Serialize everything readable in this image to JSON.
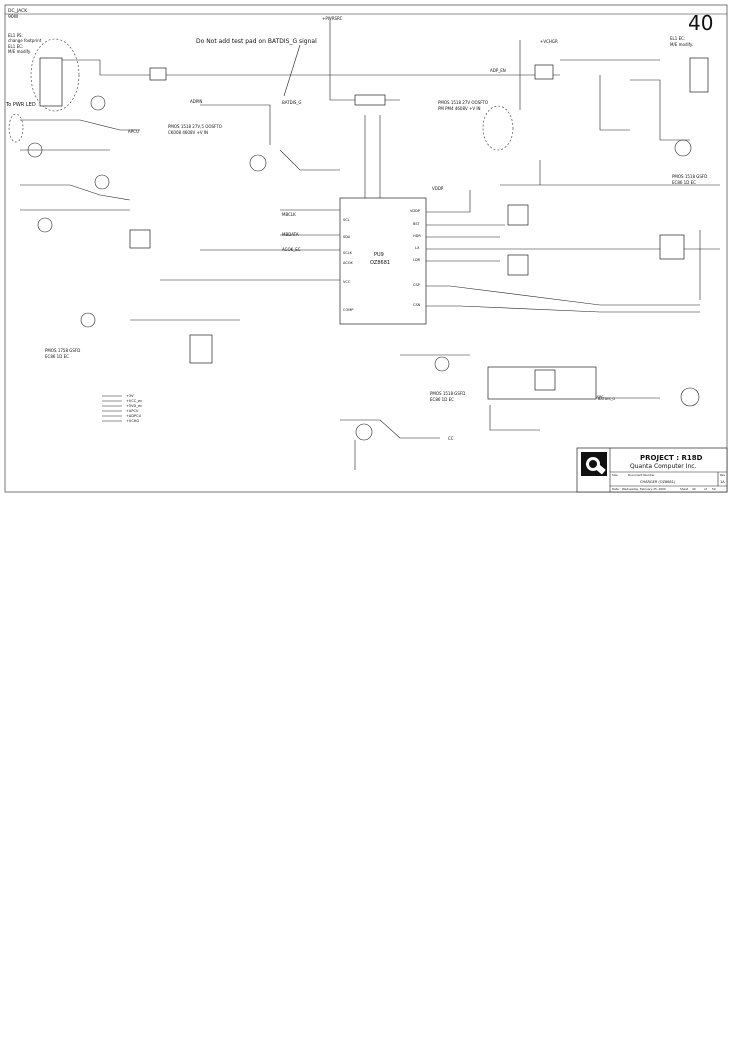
{
  "page_number": "40",
  "notes": {
    "dc_jack": "DC_JACK",
    "watt": "90W",
    "top_left_1": "EL1 PS:",
    "top_left_2": "change footprint",
    "top_left_3": "EL1 EC:",
    "top_left_4": "M/E modify.",
    "to_pwr_led": "To PWR LED",
    "center_note": "Do Not add test pad on BATDIS_G signal",
    "top_right_1": "EL1 EC:",
    "top_right_2": "M/E modify."
  },
  "ic": {
    "ref": "PU9",
    "part": "OZ8681",
    "pins_left": [
      "SCL",
      "SDA",
      "SCLK",
      "ACOK",
      "VCC",
      "COMP"
    ],
    "pins_right": [
      "VDDP",
      "BST",
      "HDR",
      "LX",
      "LDR",
      "CSP",
      "CSN"
    ]
  },
  "nets": {
    "adp": "ADPIN",
    "cc": "CC",
    "pwr": "+PWRSRC",
    "vchg": "+VCHGR",
    "batdis": "BATDIS_G",
    "batdis_r": "BATDIS_G",
    "mbclk": "MBCLK",
    "mbdata": "MBDATA",
    "acok": "ACOK_EC",
    "apcu": "APCU",
    "vddp": "VDDP",
    "adp_en": "ADP_EN"
  },
  "part_notes": {
    "left": [
      "PMOS 1518 27V,5 OOSFTO",
      "CK008 4608V +V IN"
    ],
    "right": [
      "PMOS 1518 27V OOSFTO",
      "PM PM4 4608V +V IN"
    ],
    "bottom_left": [
      "PMOS 1758 GSFD",
      "EC86 1D EC"
    ],
    "bottom_mid": [
      "PMOS 1518 GSFD",
      "EC86 1D EC"
    ],
    "right_mid": [
      "PMOS 1518 GSFD",
      "EC86 1D EC"
    ]
  },
  "legend_nets": [
    "+3V",
    "+VCC_ec",
    "+5VD_ec",
    "+APCU",
    "+ADPCU",
    "+VCHG"
  ],
  "title_block": {
    "project": "PROJECT : R18D",
    "company": "Quanta Computer Inc.",
    "size_label": "Size",
    "doc_label": "Document Number",
    "doc_value": "CHARGER (OZ8681)",
    "rev_label": "Rev",
    "rev_value": "1A",
    "date_label": "Date:",
    "date_value": "Wednesday, February 25, 2009",
    "sheet_label": "Sheet",
    "sheet_value": "40",
    "of_label": "of",
    "of_value": "50"
  }
}
